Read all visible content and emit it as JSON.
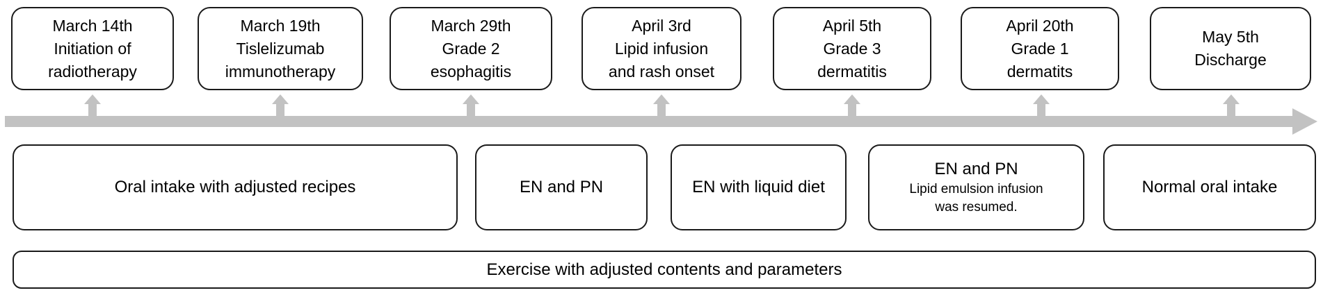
{
  "figure": {
    "description": "Clinical course timeline with nutrition and exercise interventions"
  },
  "timeline": {
    "events": [
      {
        "lines": [
          "March 14th",
          "Initiation of",
          "radiotherapy"
        ]
      },
      {
        "lines": [
          "March 19th",
          "Tislelizumab",
          "immunotherapy"
        ]
      },
      {
        "lines": [
          "March 29th",
          "Grade 2",
          "esophagitis"
        ]
      },
      {
        "lines": [
          "April 3rd",
          "Lipid infusion",
          "and rash onset"
        ]
      },
      {
        "lines": [
          "April 5th",
          "Grade 3",
          "dermatitis"
        ]
      },
      {
        "lines": [
          "April 20th",
          "Grade 1",
          "dermatits"
        ]
      },
      {
        "lines": [
          "May 5th",
          "Discharge"
        ]
      }
    ]
  },
  "nutrition": {
    "items": [
      {
        "lines": [
          "Oral intake with adjusted recipes"
        ]
      },
      {
        "lines": [
          "EN and PN"
        ]
      },
      {
        "lines": [
          "EN with liquid diet"
        ]
      },
      {
        "lines": [
          "EN and PN",
          "Lipid emulsion infusion",
          "was resumed."
        ]
      },
      {
        "lines": [
          "Normal oral intake"
        ]
      }
    ]
  },
  "exercise": {
    "label": "Exercise with adjusted contents and parameters"
  },
  "colors": {
    "axis_gray": "#c2c2c2",
    "box_border": "#1a1a1a",
    "background": "#ffffff",
    "text": "#000000"
  }
}
